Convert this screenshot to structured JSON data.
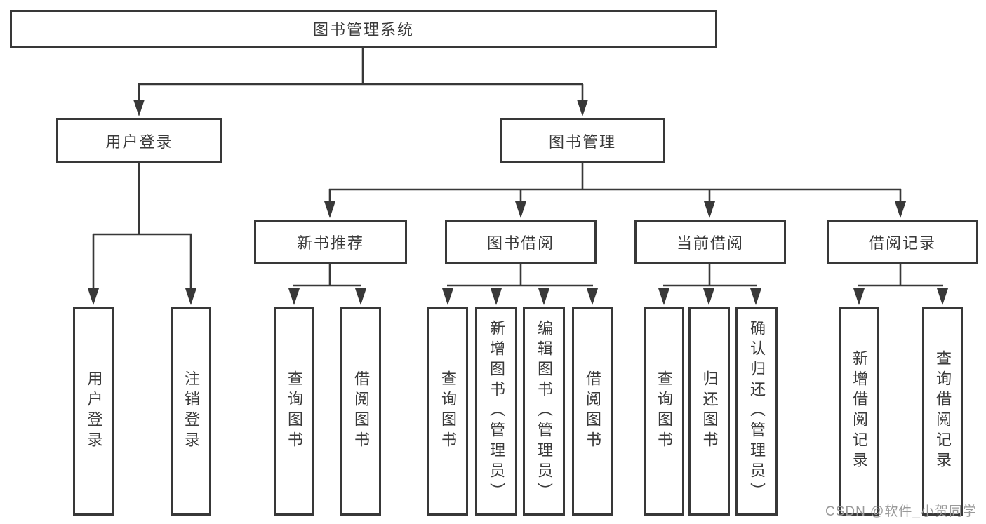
{
  "root": {
    "label": "图书管理系统"
  },
  "watermark": "CSDN @软件_小贺同学",
  "colors": {
    "line": "#383838",
    "border": "#383838",
    "text": "#3a3a3a",
    "watermark": "#9a9a9a",
    "background": "#ffffff"
  },
  "level2": [
    {
      "label": "用户登录",
      "parent": "图书管理系统"
    },
    {
      "label": "图书管理",
      "parent": "图书管理系统"
    }
  ],
  "level3": [
    {
      "label": "新书推荐",
      "parent": "图书管理"
    },
    {
      "label": "图书借阅",
      "parent": "图书管理"
    },
    {
      "label": "当前借阅",
      "parent": "图书管理"
    },
    {
      "label": "借阅记录",
      "parent": "图书管理"
    }
  ],
  "leaves": [
    {
      "label": "用户登录",
      "parent": "用户登录"
    },
    {
      "label": "注销登录",
      "parent": "用户登录"
    },
    {
      "label": "查询图书",
      "parent": "新书推荐"
    },
    {
      "label": "借阅图书",
      "parent": "新书推荐"
    },
    {
      "label": "查询图书",
      "parent": "图书借阅"
    },
    {
      "label": "新增图书（管理员）",
      "parent": "图书借阅"
    },
    {
      "label": "编辑图书（管理员）",
      "parent": "图书借阅"
    },
    {
      "label": "借阅图书",
      "parent": "图书借阅"
    },
    {
      "label": "查询图书",
      "parent": "当前借阅"
    },
    {
      "label": "归还图书",
      "parent": "当前借阅"
    },
    {
      "label": "确认归还（管理员）",
      "parent": "当前借阅"
    },
    {
      "label": "新增借阅记录",
      "parent": "借阅记录"
    },
    {
      "label": "查询借阅记录",
      "parent": "借阅记录"
    }
  ]
}
